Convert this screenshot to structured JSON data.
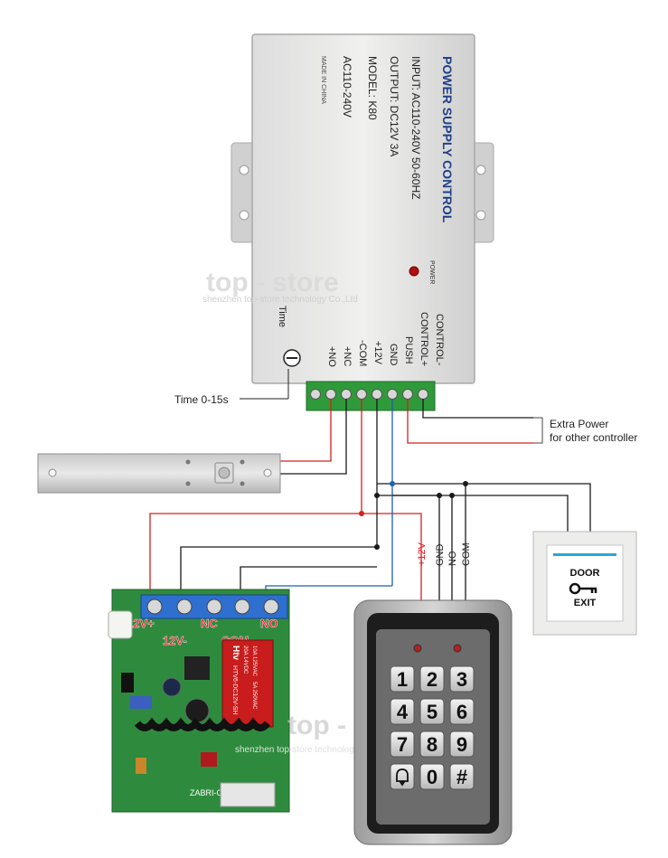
{
  "power_supply": {
    "title": "POWER SUPPLY CONTROL",
    "input": "INPUT: AC110-240V 50-60HZ",
    "output": "OUTPUT: DC12V 3A",
    "model": "MODEL: K80",
    "voltage": "AC110-240V",
    "made_in": "MADE IN CHINA",
    "power_led_label": "POWER",
    "time_label": "Time",
    "terminals": [
      "CONTROL-",
      "CONTROL+",
      "PUSH",
      "GND",
      "+12V",
      "-COM",
      "+NC",
      "+NO"
    ]
  },
  "callouts": {
    "time_range": "Time 0-15s",
    "extra_power_1": "Extra Power",
    "extra_power_2": "for other controller"
  },
  "watermark": {
    "brand": "top - store",
    "company": "shenzhen top-store technology Co.,Ltd"
  },
  "relay_board": {
    "terminals": [
      "12V+",
      "12V-",
      "NC",
      "COM",
      "NO"
    ],
    "relay_text": [
      "HTV6-DC12V-SH",
      "20A 14VDC",
      "10A 125VAC",
      "5A 250VAC"
    ],
    "brand_mark": "Htv",
    "bottom_text": "ZABRI-O"
  },
  "keypad": {
    "wire_labels": [
      "+12V",
      "GND",
      "NO",
      "COM"
    ],
    "keys": [
      "1",
      "2",
      "3",
      "4",
      "5",
      "6",
      "7",
      "8",
      "9",
      "",
      "0",
      "#"
    ]
  },
  "exit_button": {
    "line1": "DOOR",
    "line2": "EXIT"
  },
  "colors": {
    "wire_red": "#d42020",
    "wire_black": "#1a1a1a",
    "wire_blue": "#1f5fb0",
    "terminal_green": "#2f9a3a",
    "pcb_green": "#2e8b3e",
    "terminal_blue": "#2f6fd0",
    "label_red": "#e8141e"
  }
}
